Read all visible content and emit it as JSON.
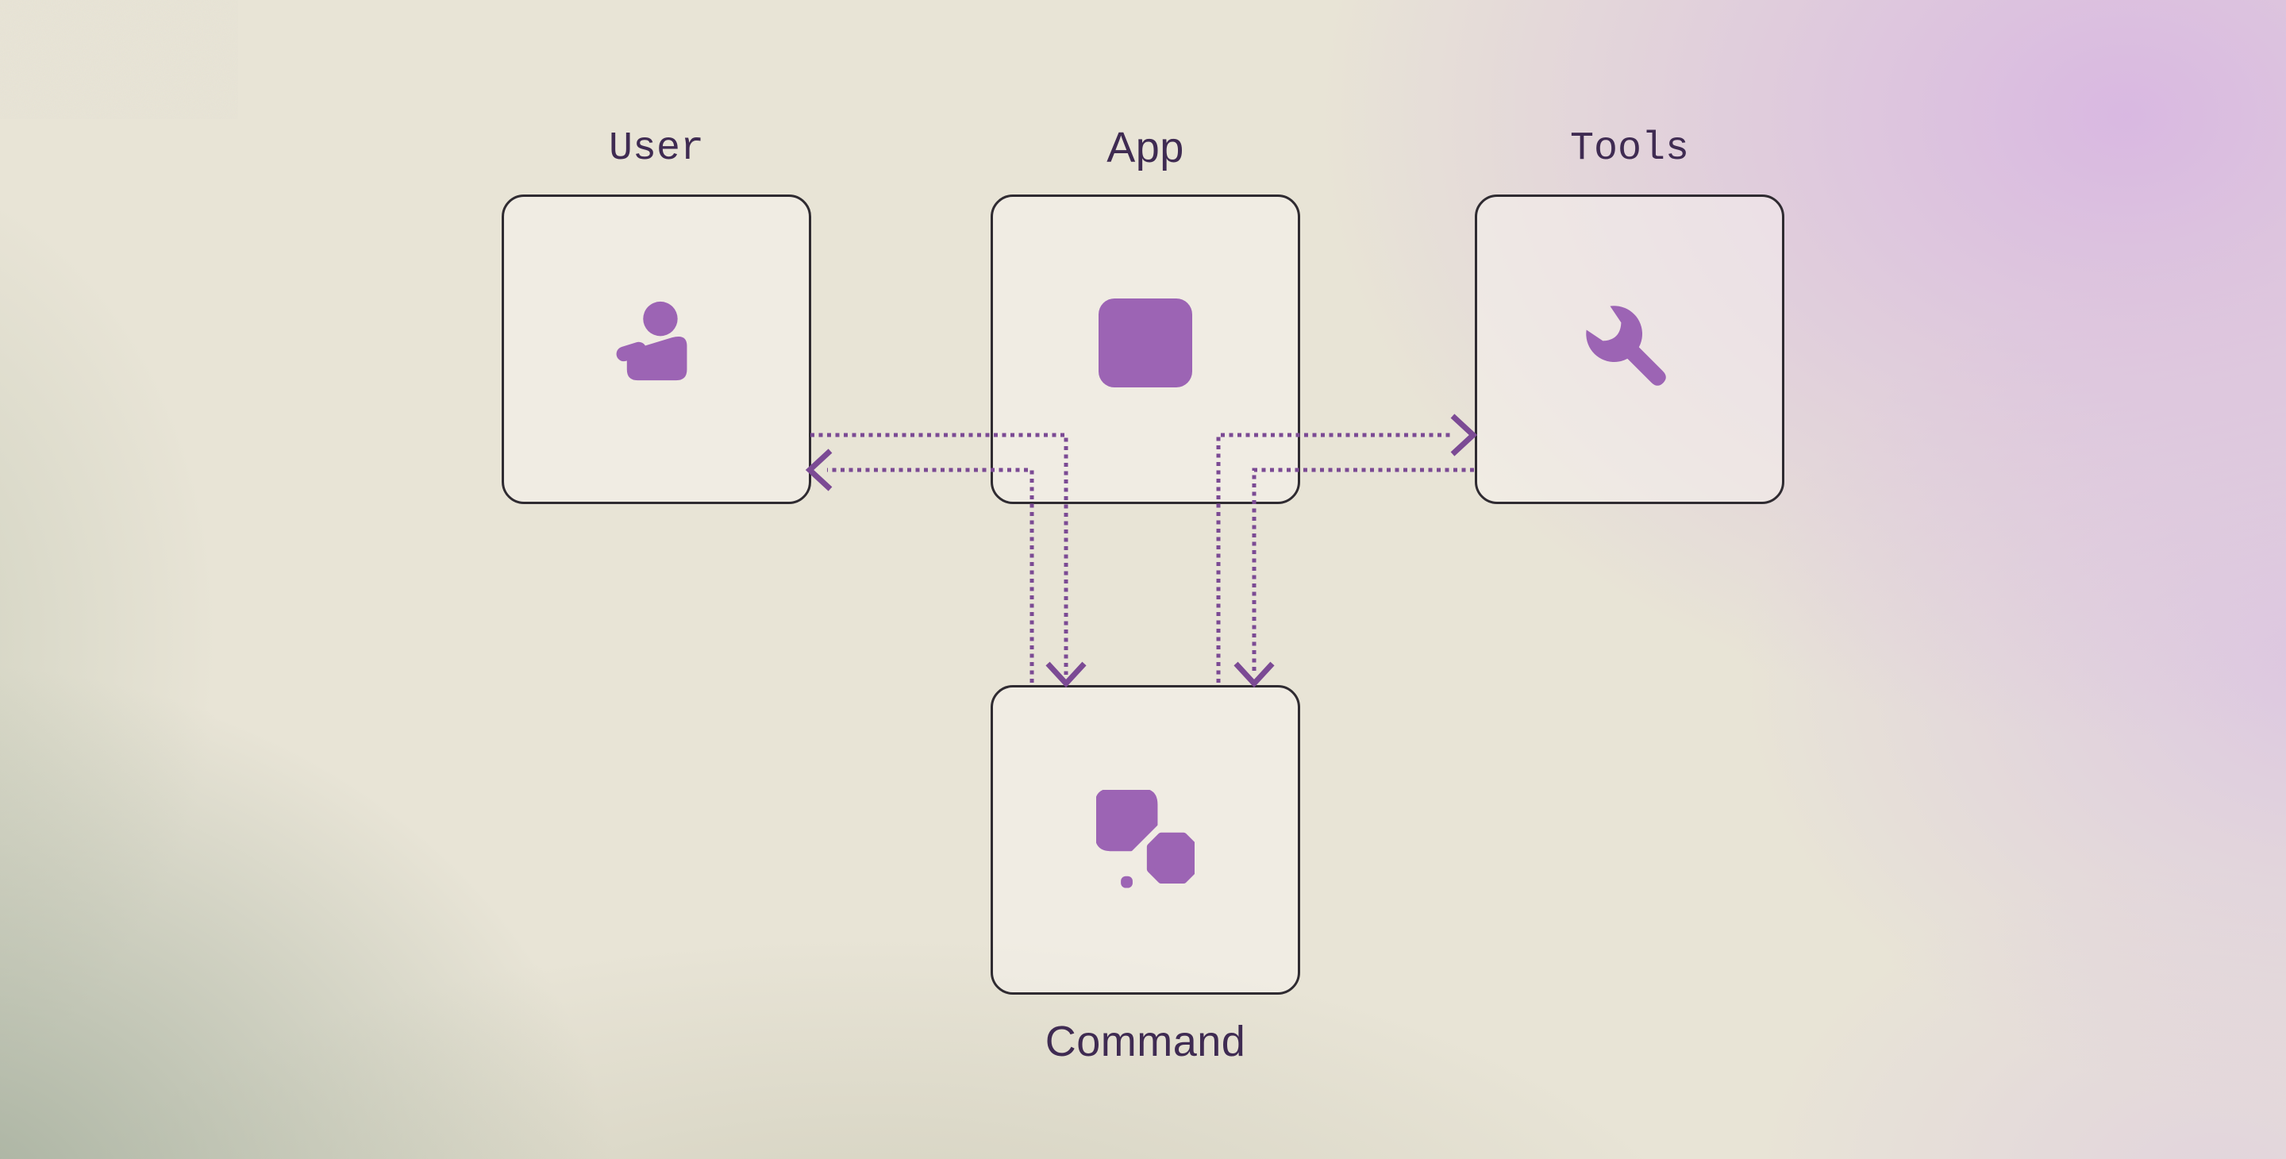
{
  "diagram": {
    "nodes": {
      "user": {
        "label": "User",
        "icon": "person-icon",
        "label_position": "above"
      },
      "app": {
        "label": "App",
        "icon": "rounded-square-icon",
        "label_position": "above"
      },
      "tools": {
        "label": "Tools",
        "icon": "wrench-icon",
        "label_position": "above"
      },
      "command": {
        "label": "Command",
        "icon": "shapes-icon",
        "label_position": "below"
      }
    },
    "edges": [
      {
        "from": "User",
        "to": "Command",
        "style": "dotted",
        "route": "right-then-down",
        "arrowhead_at": "Command"
      },
      {
        "from": "Command",
        "to": "User",
        "style": "dotted",
        "route": "up-then-left",
        "arrowhead_at": "User"
      },
      {
        "from": "Command",
        "to": "Tools",
        "style": "dotted",
        "route": "up-then-right",
        "arrowhead_at": "Tools"
      },
      {
        "from": "Tools",
        "to": "Command",
        "style": "dotted",
        "route": "left-then-down",
        "arrowhead_at": "Command"
      }
    ],
    "colors": {
      "icon_accent": "#9c64b4",
      "arrow": "#7b4a94",
      "label_text": "#3f2b52",
      "box_border": "#2f2b31",
      "box_fill": "rgba(248,244,240,0.5)",
      "bg_parchment": "#e8e4d6",
      "bg_pink": "#d8b6e2",
      "bg_sage": "#a0ab99"
    }
  }
}
